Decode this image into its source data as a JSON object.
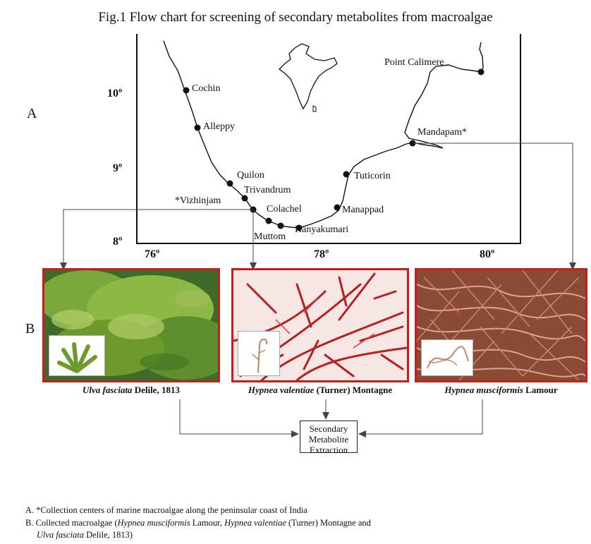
{
  "title": "Fig.1 Flow chart for screening of secondary metabolites from macroalgae",
  "section_labels": {
    "a": "A",
    "b": "B"
  },
  "map": {
    "lat_ticks": [
      "10º",
      "9º",
      "8º"
    ],
    "lon_ticks": [
      "76º",
      "78º",
      "80º"
    ],
    "places": {
      "cochin": "Cochin",
      "alleppy": "Alleppy",
      "quilon": "Quilon",
      "trivandrum": "Trivandrum",
      "vizhinjam": "*Vizhinjam",
      "colachel": "Colachel",
      "muttom": "Muttom",
      "kanyakumari": "Kanyakumari",
      "manappad": "Manappad",
      "tuticorin": "Tuticorin",
      "mandapam": "Mandapam*",
      "point_calimere": "Point Calimere"
    }
  },
  "algae": [
    {
      "species": "Ulva fasciata",
      "authority": "Delile, 1813"
    },
    {
      "species": "Hypnea valentiae",
      "authority": "(Turner) Montagne"
    },
    {
      "species": "Hypnea musciformis",
      "authority": "Lamour"
    }
  ],
  "extraction": {
    "line1": "Secondary",
    "line2": "Metabolite",
    "line3": "Extraction"
  },
  "notes": {
    "a": "A. *Collection centers of marine macroalgae along the peninsular coast of India",
    "b_prefix": "B.  Collected macroalgae (",
    "b_sp1": "Hypnea musciformis",
    "b_mid1": " Lamour, ",
    "b_sp2": "Hypnea valentiae",
    "b_mid2": " (Turner) Montagne and",
    "b_sp3": "Ulva fasciata",
    "b_end": " Delile, 1813)"
  },
  "colors": {
    "photo_border": "#c41e1e",
    "ulva_green": "#6e9a2c",
    "hypnea_red": "#b81f1f",
    "musciformis_tan": "#c9876a"
  }
}
